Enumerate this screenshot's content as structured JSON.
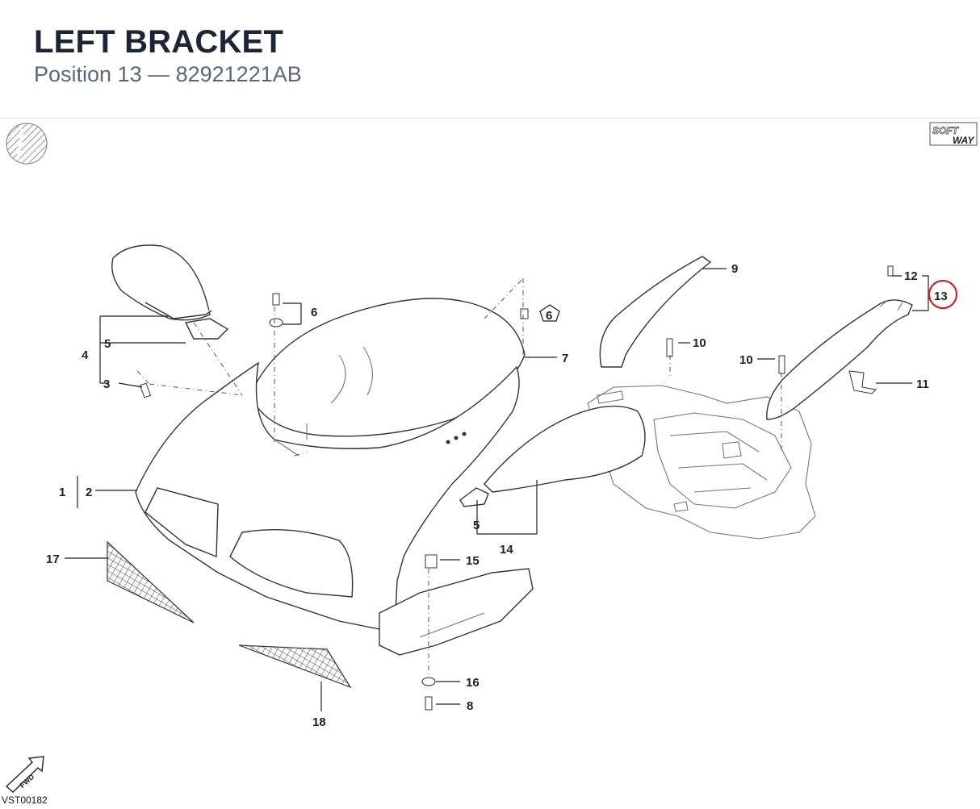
{
  "header": {
    "title": "LEFT BRACKET",
    "subtitle": "Position 13 — 82921221AB"
  },
  "diagram": {
    "brand_mark": "SOFT WAY",
    "brand_line1": "SOFT",
    "brand_line2": "WAY",
    "fwd_label": "FWD",
    "drawing_code": "VST00182",
    "highlight_color": "#d0202a",
    "callouts": {
      "c1": "1",
      "c2": "2",
      "c3": "3",
      "c4": "4",
      "c5a": "5",
      "c5b": "5",
      "c6": "6",
      "c7": "7",
      "c8": "8",
      "c9": "9",
      "c10a": "10",
      "c10b": "10",
      "c11": "11",
      "c12": "12",
      "c13": "13",
      "c14": "14",
      "c15": "15",
      "c16": "16",
      "c17": "17",
      "c18": "18"
    }
  }
}
